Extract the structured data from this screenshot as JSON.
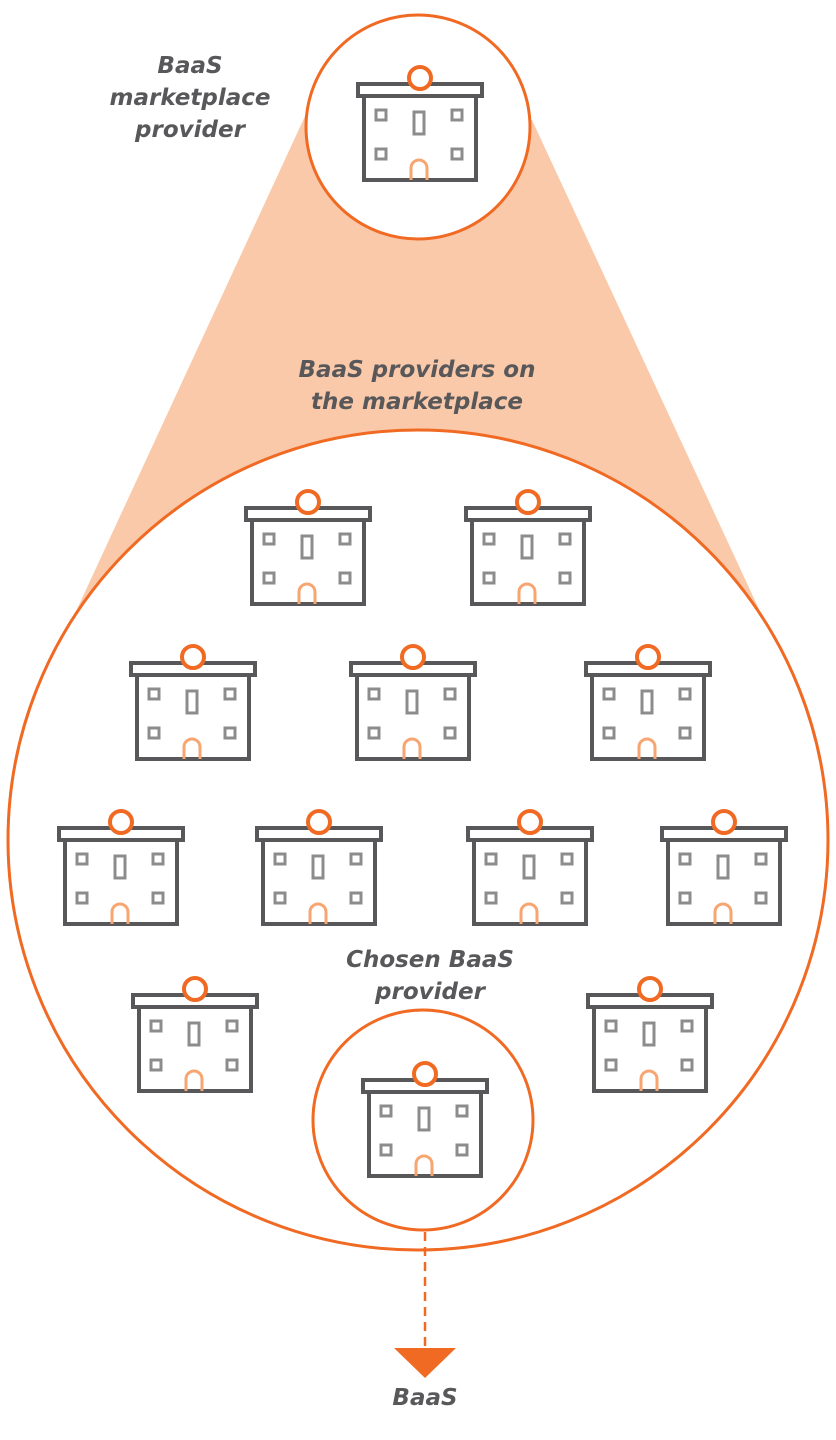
{
  "colors": {
    "accent": "#f06a23",
    "funnel_fill": "#fac9a9",
    "building_outline": "#58585a",
    "window": "#8c8c8c",
    "door": "#f7a571",
    "text": "#58585a"
  },
  "labels": {
    "marketplace_provider": [
      "BaaS",
      "marketplace",
      "provider"
    ],
    "providers_on_marketplace": [
      "BaaS providers on",
      "the marketplace"
    ],
    "chosen_provider": [
      "Chosen BaaS",
      "provider"
    ],
    "output": "BaaS"
  },
  "icons": {
    "building": "building-icon",
    "arrow": "arrow-down-icon"
  },
  "marketplace_building_count": 11
}
